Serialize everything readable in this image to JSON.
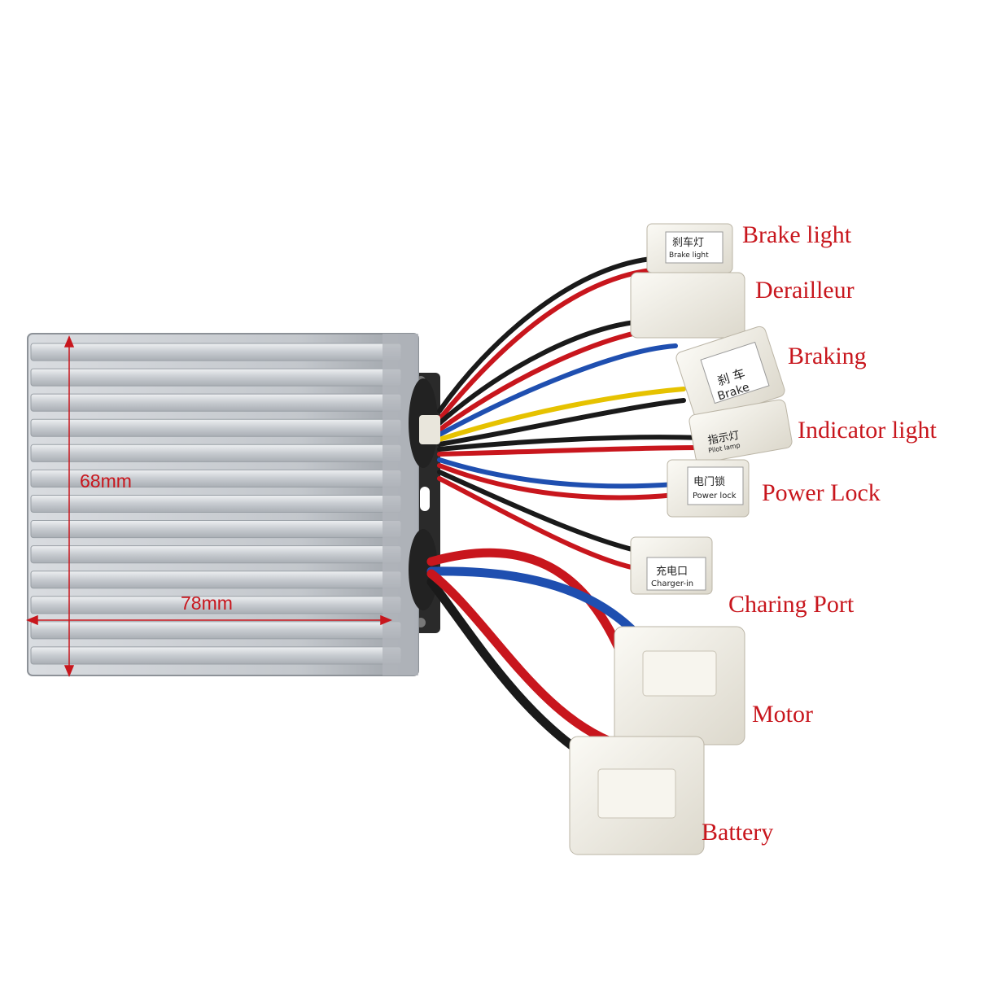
{
  "dimensions": {
    "height_label": "68mm",
    "width_label": "78mm"
  },
  "connector_tags": {
    "brake_light": {
      "cn": "刹车灯",
      "en": "Brake light"
    },
    "braking": {
      "cn": "刹 车",
      "en": "Brake"
    },
    "indicator": {
      "cn": "指示灯",
      "en": "Pilot lamp"
    },
    "power_lock": {
      "cn": "电门锁",
      "en": "Power lock"
    },
    "charger": {
      "cn": "充电口",
      "en": "Charger-in"
    }
  },
  "labels": {
    "brake_light": "Brake light",
    "derailleur": "Derailleur",
    "braking": "Braking",
    "indicator_light": "Indicator light",
    "power_lock": "Power Lock",
    "charging_port": "Charing Port",
    "motor": "Motor",
    "battery": "Battery"
  },
  "colors": {
    "label_red": "#c8161d",
    "wire_red": "#c8161d",
    "wire_black": "#1a1a1a",
    "wire_blue": "#1f4fb0",
    "wire_yellow": "#e6c200",
    "housing": "#c9ccd0",
    "connector": "#f3f0e6"
  }
}
